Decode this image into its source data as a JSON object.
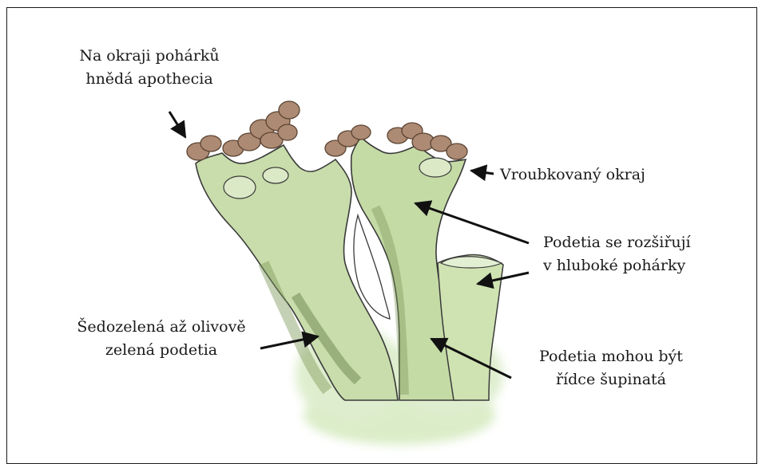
{
  "labels": {
    "apothecia": [
      "Na okraji pohárků",
      "hnědá apothecia"
    ],
    "edge": [
      "Vroubkovaný okraj"
    ],
    "cups": [
      "Podetia se rozšiřují",
      "v hluboké pohárky"
    ],
    "color": [
      "Šedozelená až olivově",
      "zelená podetia"
    ],
    "scales": [
      "Podetia mohou být",
      "řídce šupinatá"
    ]
  },
  "colors": {
    "podetia_light": "#cfe3b2",
    "podetia_mid": "#a9c98a",
    "podetia_dark": "#6f8a4e",
    "apothecia": "#b08d76",
    "apothecia_dark": "#6b4e3d",
    "outline": "#2b2b2b"
  }
}
